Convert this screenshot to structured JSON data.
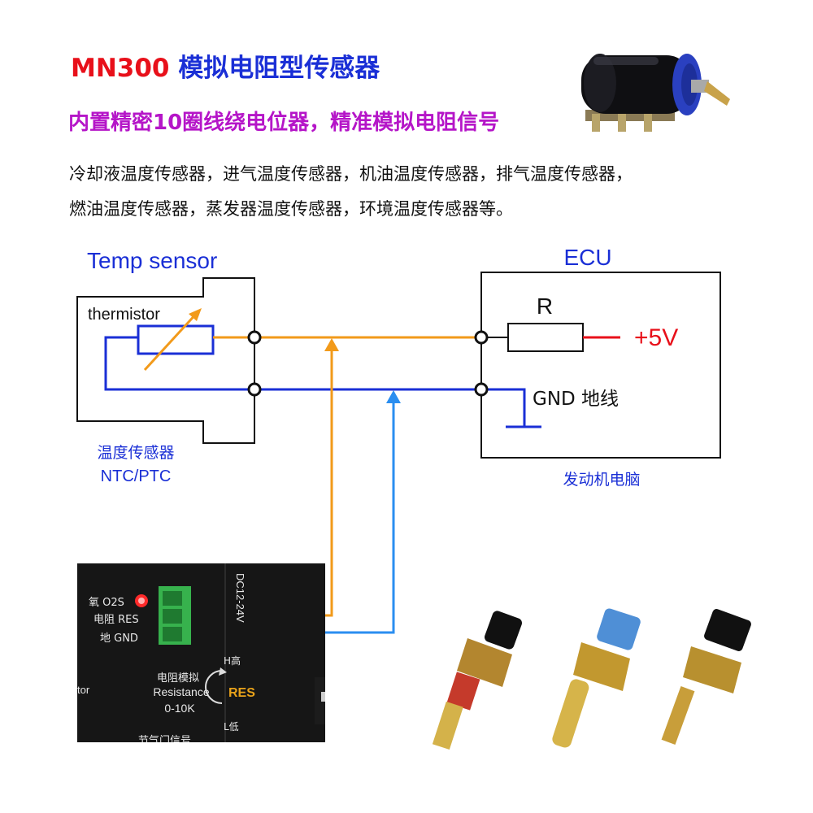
{
  "header": {
    "model": "MN300",
    "name": "模拟电阻型传感器",
    "subtitle": "内置精密10圈线绕电位器，精准模拟电阻信号",
    "desc_line1": "冷却液温度传感器，进气温度传感器，机油温度传感器，排气温度传感器，",
    "desc_line2": "燃油温度传感器，蒸发器温度传感器，环境温度传感器等。"
  },
  "diagram": {
    "sensor_title": "Temp sensor",
    "thermistor_label": "thermistor",
    "sensor_caption_cn": "温度传感器",
    "sensor_caption_type": "NTC/PTC",
    "ecu_title": "ECU",
    "resistor_label": "R",
    "supply_label": "+5V",
    "gnd_label": "GND 地线",
    "ecu_caption": "发动机电脑"
  },
  "device": {
    "led_label": "氧 O2S",
    "res_label": "电阻 RES",
    "gnd_label": "地 GND",
    "voltage": "DC12-24V",
    "knob_title_cn": "电阻模拟",
    "knob_title_en": "Resistance",
    "knob_range": "0-10K",
    "knob_high": "H高",
    "knob_low": "L低",
    "knob_name": "RES",
    "side_text": "tor",
    "bottom_text": "节气门信号"
  },
  "colors": {
    "orange_wire": "#f29a1a",
    "blue_wire": "#1a2fd6",
    "light_blue_wire": "#2a8ef0",
    "supply_wire": "#e8101a"
  }
}
